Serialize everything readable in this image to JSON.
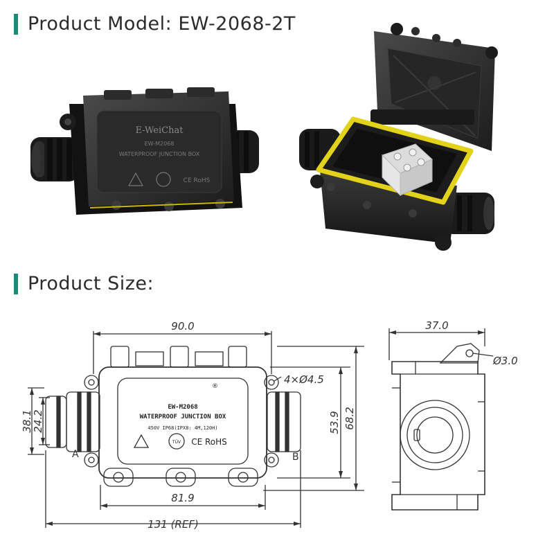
{
  "section_model": {
    "label": "Product Model",
    "separator": ":",
    "model": "EW-2068-2T"
  },
  "section_size": {
    "label": "Product Size:"
  },
  "product_labels": {
    "brand": "E-WeiChat",
    "registered": "®",
    "model_code": "EW-M2068",
    "title": "WATERPROOF JUNCTION BOX",
    "rating": "450V  IP68(IPX8: 4M,120H)",
    "ce_rohs": "CE RoHS",
    "tuv": "TÜV"
  },
  "dimensions": {
    "overall_width": "90.0",
    "inner_width": "81.9",
    "total_length": "131 (REF)",
    "height_outer": "68.2",
    "height_inner": "53.9",
    "gland_outer": "38.1",
    "gland_inner": "24.2",
    "holes": "4×Ø4.5",
    "side_depth": "37.0",
    "side_hole": "Ø3.0",
    "port_a": "A",
    "port_b": "B"
  }
}
